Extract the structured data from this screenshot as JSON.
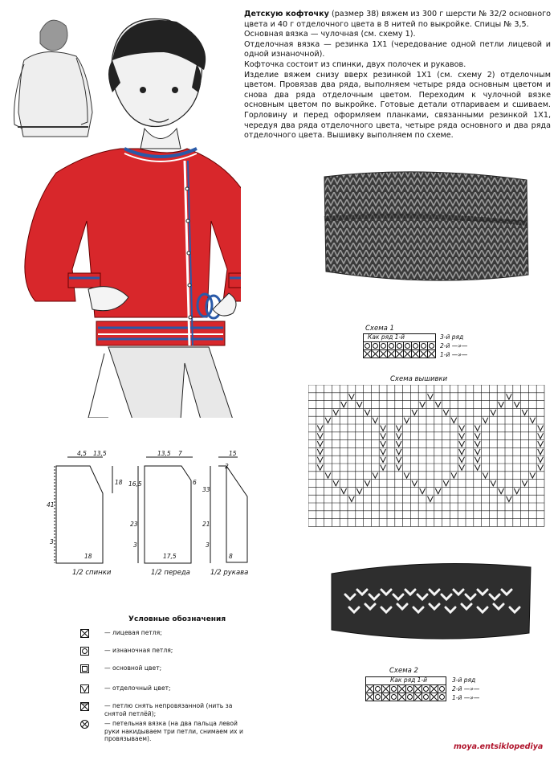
{
  "intro": {
    "lead": "Детскую кофточку",
    "p1": " (размер 38) вяжем из 300 г шерсти № 32/2 основного цвета и 40 г отделочного цвета в 8 нитей по выкройке. Спицы № 3,5.",
    "p2": "Основная вязка — чулочная (см. схему 1).",
    "p3": "Отделочная вязка — резинка 1Х1 (чередование одной петли лицевой и одной изнаночной).",
    "p4": "Кофточка состоит из спинки, двух полочек и рукавов.",
    "p5": "Изделие вяжем снизу вверх резинкой 1Х1 (см. схему 2) отделочным цветом. Провязав два ряда, выполняем четыре ряда основным цветом и снова два ряда отделочным цветом. Переходим к чулочной вязке основным цветом по выкройке. Готовые детали отпариваем и сшиваем. Горловину и перед оформляем планками, связанными резинкой 1Х1, чередуя два ряда отделочного цвета, четыре ряда основного и два ряда отделочного цвета. Вышивку выполняем по схеме."
  },
  "scheme1": {
    "title": "Схема 1",
    "header": "Как ряд 1-й",
    "rows": [
      "3-й ряд",
      "2-й —»—",
      "1-й —»—"
    ]
  },
  "embroidery": {
    "title": "Схема вышивки"
  },
  "scheme2": {
    "title": "Схема 2",
    "header": "Как ряд 1-й",
    "rows": [
      "3-й ряд",
      "2-й —»—",
      "1-й —»—"
    ]
  },
  "patterns": {
    "back": {
      "caption": "1/2 спинки",
      "dims": [
        "4,5",
        "13,5",
        "18",
        "41",
        "3",
        "18"
      ]
    },
    "front": {
      "caption": "1/2 переда",
      "dims": [
        "13,5",
        "7",
        "16,5",
        "6",
        "23",
        "3",
        "17,5"
      ]
    },
    "sleeve": {
      "caption": "1/2 рукава",
      "dims": [
        "15",
        "2",
        "33",
        "21",
        "3",
        "8"
      ]
    }
  },
  "legend": {
    "title": "Условные обозначения",
    "items": [
      {
        "icon": "knit-stitch-icon",
        "text": "— лицевая петля;"
      },
      {
        "icon": "purl-stitch-icon",
        "text": "— изнаночная петля;"
      },
      {
        "icon": "main-color-icon",
        "text": "— основной цвет;"
      },
      {
        "icon": "accent-color-icon",
        "text": "— отделочный цвет;"
      },
      {
        "icon": "slip-stitch-icon",
        "text": "— петлю снять непровязанной (нить за снятой петлёй);"
      },
      {
        "icon": "loop-stitch-icon",
        "text": "— петельная вязка (на два пальца левой руки накидываем три петли, снимаем их и провязываем)."
      }
    ]
  },
  "watermark": "moya.entsiklopediya",
  "colors": {
    "sweater_red": "#d8272b",
    "stripe_blue": "#2a5aa8",
    "watermark": "#b0142c"
  }
}
